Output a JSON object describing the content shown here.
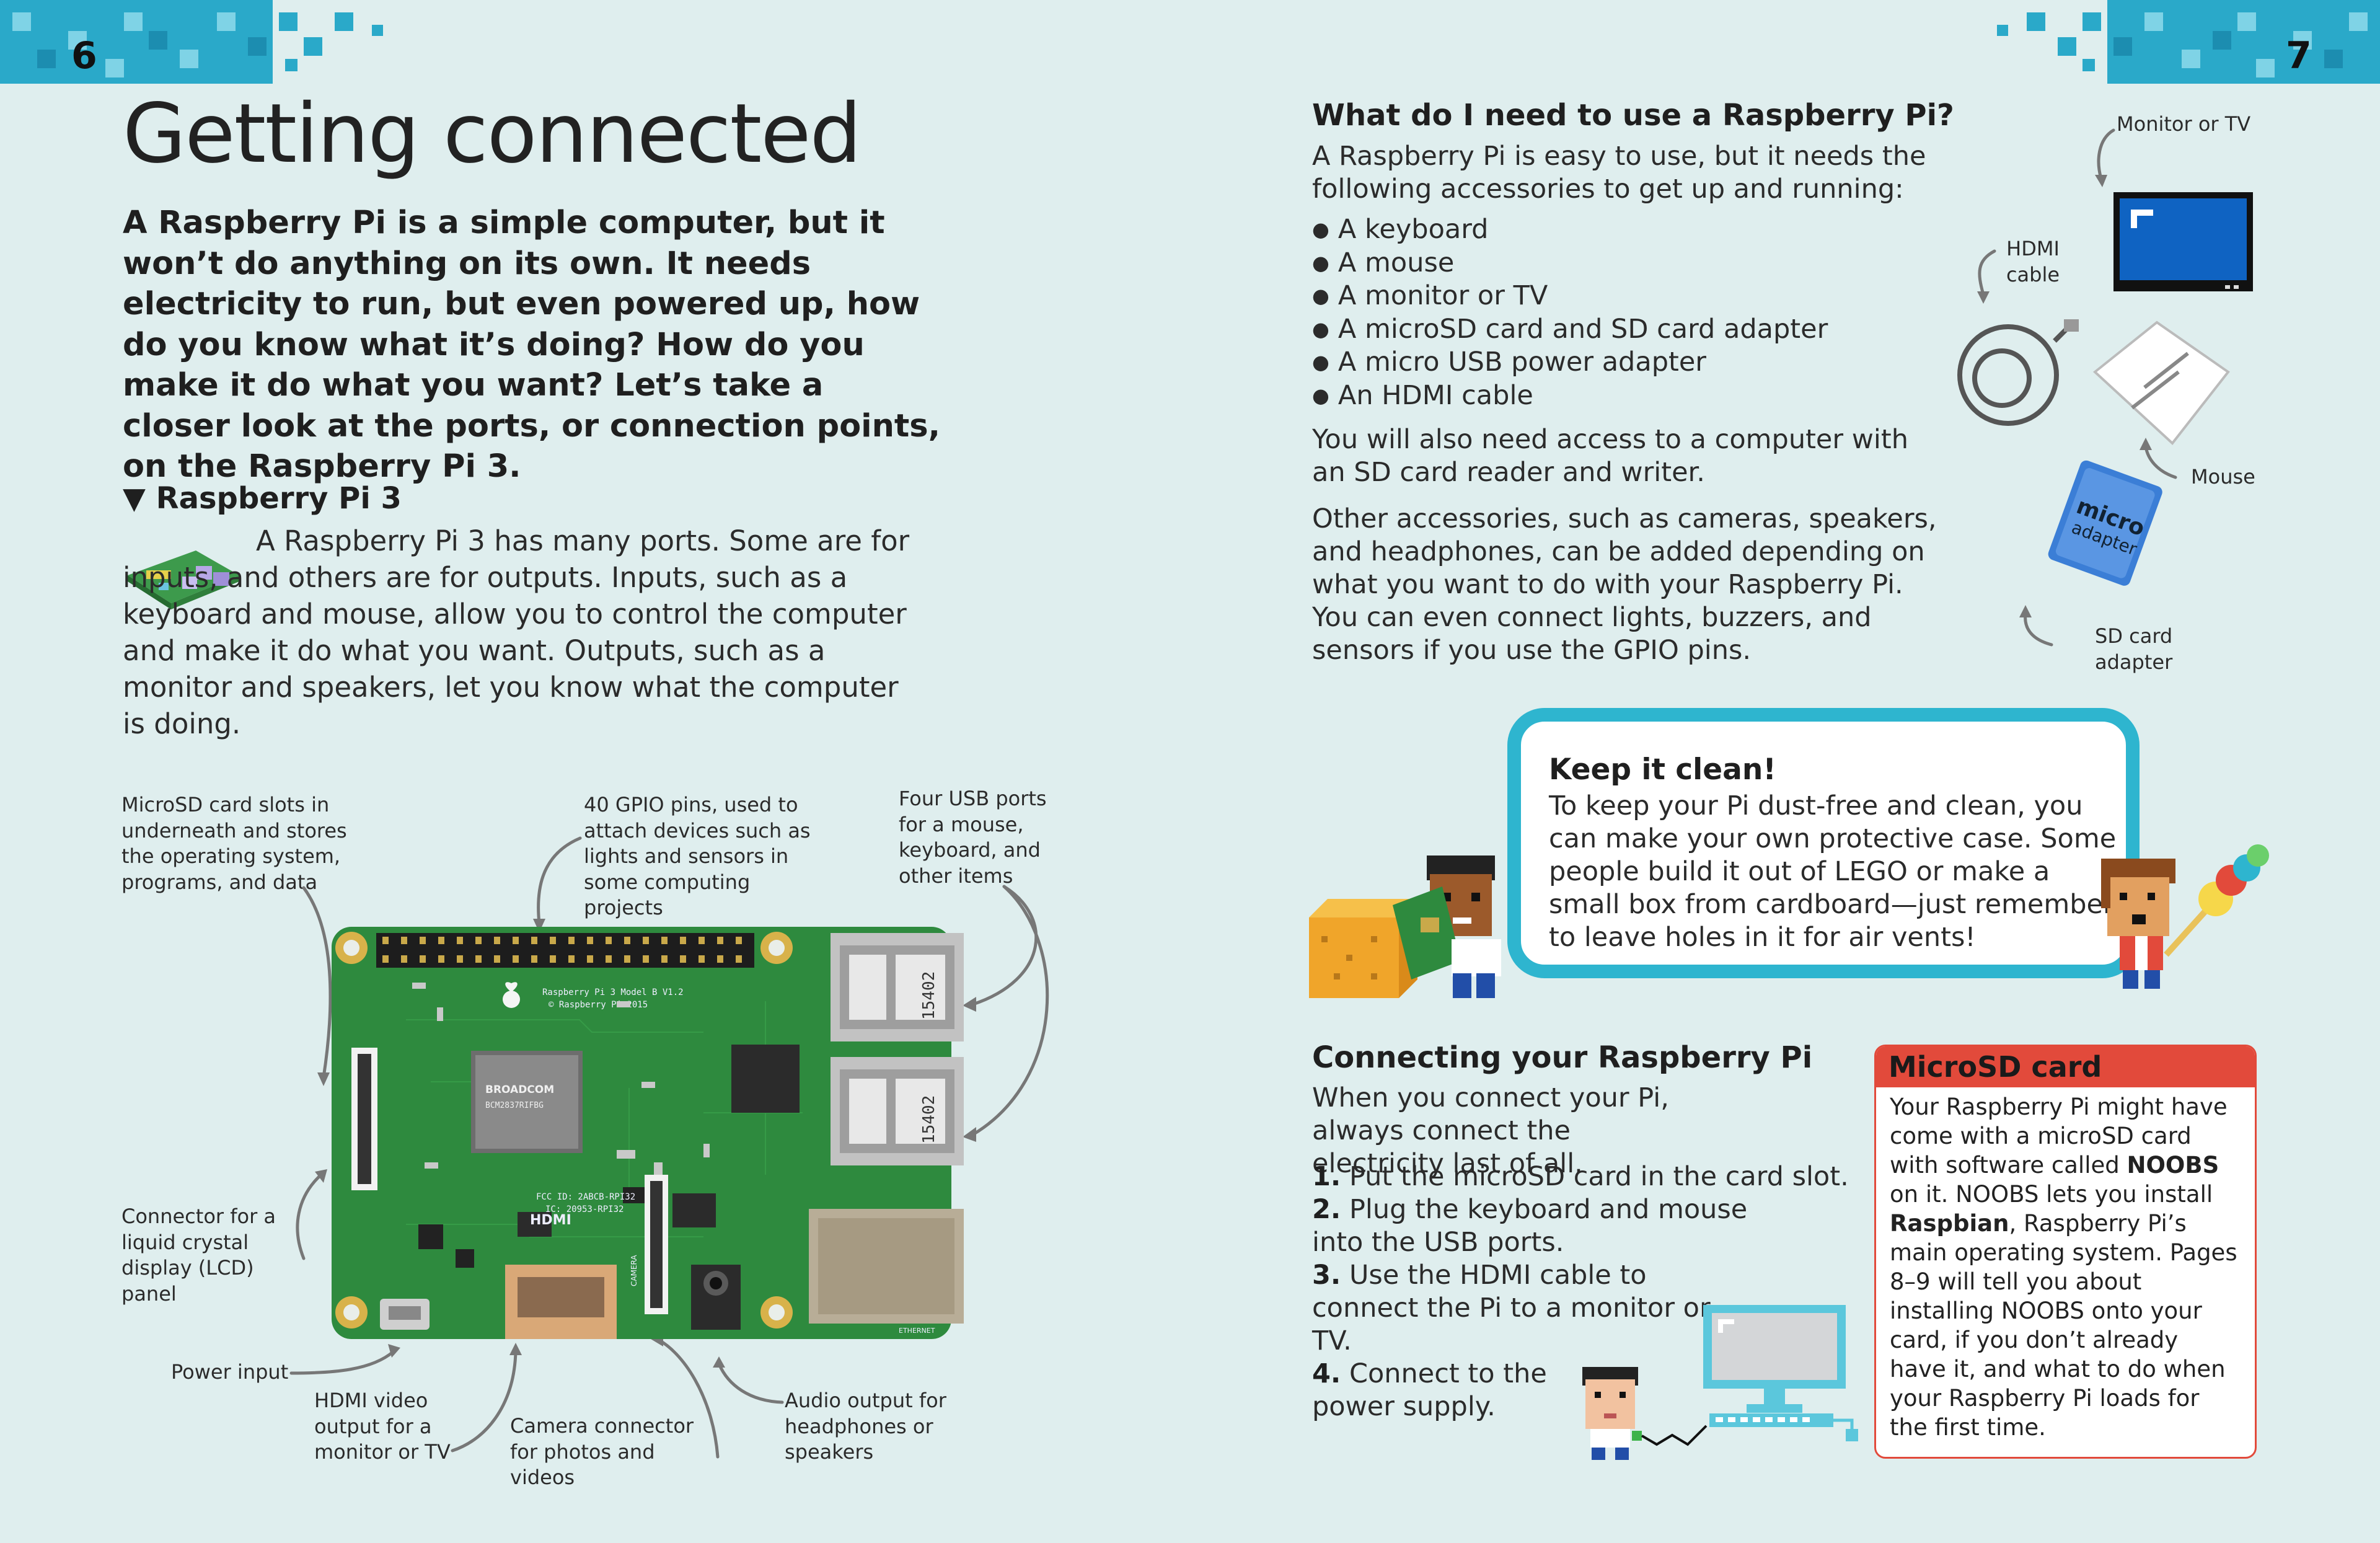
{
  "page_numbers": {
    "left": "6",
    "right": "7"
  },
  "title": "Getting connected",
  "intro": "A Raspberry Pi is a simple computer, but it won’t do anything on its own. It needs electricity to run, but even powered up, how do you know what it’s doing? How do you make it do what you want? Let’s take a closer look at the ports, or connection points, on the Raspberry Pi 3.",
  "rpi3_section": {
    "heading": "▼ Raspberry Pi 3",
    "body": "A Raspberry Pi 3 has many ports. Some are for inputs, and others are for outputs. Inputs, such as a keyboard and mouse, allow you to control the computer and make it do what you want. Outputs, such as a monitor and speakers, let you know what the computer is doing."
  },
  "board": {
    "chip_brand": "BROADCOM",
    "chip_model": "BCM2837RIFBG",
    "board_label": "Raspberry Pi 3 Model B V1.2",
    "board_copyright": "© Raspberry Pi 2015",
    "usb_label": "15402",
    "hdmi_label": "HDMI",
    "camera_label": "CAMERA",
    "fcc_label": "FCC ID: 2ABCB-RPI32",
    "ic_label": "IC: 20953-RPI32",
    "ethernet_label": "ETHERNET"
  },
  "callouts": {
    "microsd": "MicroSD card slots in underneath and stores the operating system, programs, and data",
    "gpio": "40 GPIO pins, used to attach devices such as lights and sensors in some computing projects",
    "usb": "Four USB ports for a mouse, keyboard, and other items",
    "lcd": "Connector for a liquid crystal display (LCD) panel",
    "power": "Power input",
    "hdmi": "HDMI video output for a monitor or TV",
    "camera": "Camera connector for photos and videos",
    "audio": "Audio output for headphones or speakers"
  },
  "need_section": {
    "heading": "What do I need to use a Raspberry Pi?",
    "intro": "A Raspberry Pi is easy to use, but it needs the following accessories to get up and running:",
    "items": [
      "A keyboard",
      "A mouse",
      "A monitor or TV",
      "A microSD card and SD card adapter",
      "A micro USB power adapter",
      "An HDMI cable"
    ],
    "para1": "You will also need access to a computer with an SD card reader and writer.",
    "para2": "Other accessories, such as cameras, speakers, and headphones, can be added depending on what you want to do with your Raspberry Pi. You can even connect lights, buzzers, and sensors if you use the GPIO pins."
  },
  "accessory_labels": {
    "monitor": "Monitor or TV",
    "hdmi": "HDMI cable",
    "mouse": "Mouse",
    "sd": "SD card adapter",
    "sd_card_text1": "micro",
    "sd_card_text2": "adapter"
  },
  "tip": {
    "heading": "Keep it clean!",
    "body": "To keep your Pi dust-free and clean, you can make your own protective case. Some people build it out of LEGO or make a small box from cardboard—just remember to leave holes in it for air vents!"
  },
  "connecting": {
    "heading": "Connecting your Raspberry Pi",
    "intro": "When you connect your Pi, always connect the electricity last of all.",
    "steps": [
      {
        "num": "1.",
        "text": "Put the microSD card in the card slot."
      },
      {
        "num": "2.",
        "text": "Plug the keyboard and mouse into the USB ports."
      },
      {
        "num": "3.",
        "text": "Use the HDMI cable to connect the Pi to a monitor or TV."
      },
      {
        "num": "4.",
        "text": "Connect to the power supply."
      }
    ]
  },
  "sidebar": {
    "heading": "MicroSD card",
    "t1": "Your Raspberry Pi might have come with a microSD card with software called ",
    "b1": "NOOBS",
    "t2": " on it. NOOBS lets you install ",
    "b2": "Raspbian",
    "t3": ", Raspberry Pi’s main operating system. Pages 8–9 will tell you about installing NOOBS onto your card, if you don’t already have it, and what to do when your Raspberry Pi loads for the first time."
  },
  "colors": {
    "background": "#dfeeee",
    "accent_blue": "#2eb5cf",
    "sidebar_red": "#e24a3b",
    "board_green": "#2e8a3e"
  }
}
